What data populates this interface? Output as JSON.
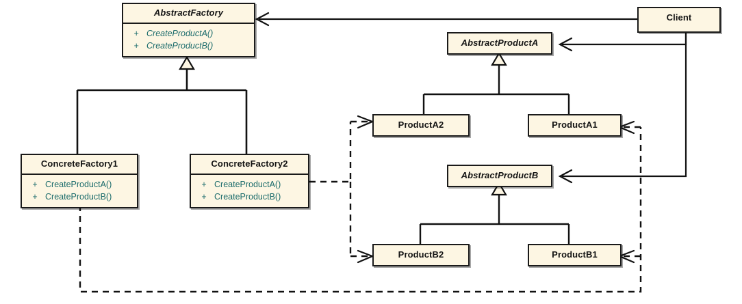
{
  "diagram": {
    "type": "uml-class-diagram",
    "pattern": "Abstract Factory",
    "visibility_symbol": "+",
    "colors": {
      "class_fill": "#fdf6e3",
      "class_border": "#1a1a1a",
      "member_text": "#1a6b6b",
      "title_text": "#141414",
      "edge": "#111111",
      "background": "#ffffff"
    }
  },
  "classes": [
    {
      "id": "abstract-factory",
      "name": "AbstractFactory",
      "abstract": true,
      "members": [
        {
          "visibility": "+",
          "name": "CreateProductA()"
        },
        {
          "visibility": "+",
          "name": "CreateProductB()"
        }
      ]
    },
    {
      "id": "concrete-factory-1",
      "name": "ConcreteFactory1",
      "abstract": false,
      "members": [
        {
          "visibility": "+",
          "name": "CreateProductA()"
        },
        {
          "visibility": "+",
          "name": "CreateProductB()"
        }
      ]
    },
    {
      "id": "concrete-factory-2",
      "name": "ConcreteFactory2",
      "abstract": false,
      "members": [
        {
          "visibility": "+",
          "name": "CreateProductA()"
        },
        {
          "visibility": "+",
          "name": "CreateProductB()"
        }
      ]
    },
    {
      "id": "client",
      "name": "Client",
      "abstract": false,
      "members": []
    },
    {
      "id": "abstract-product-a",
      "name": "AbstractProductA",
      "abstract": true,
      "members": []
    },
    {
      "id": "product-a1",
      "name": "ProductA1",
      "abstract": false,
      "members": []
    },
    {
      "id": "product-a2",
      "name": "ProductA2",
      "abstract": false,
      "members": []
    },
    {
      "id": "abstract-product-b",
      "name": "AbstractProductB",
      "abstract": true,
      "members": []
    },
    {
      "id": "product-b1",
      "name": "ProductB1",
      "abstract": false,
      "members": []
    },
    {
      "id": "product-b2",
      "name": "ProductB2",
      "abstract": false,
      "members": []
    }
  ],
  "relationships": [
    {
      "kind": "generalization",
      "from": "ConcreteFactory1",
      "to": "AbstractFactory",
      "style": "solid",
      "arrow": "hollow-triangle"
    },
    {
      "kind": "generalization",
      "from": "ConcreteFactory2",
      "to": "AbstractFactory",
      "style": "solid",
      "arrow": "hollow-triangle"
    },
    {
      "kind": "generalization",
      "from": "ProductA1",
      "to": "AbstractProductA",
      "style": "solid",
      "arrow": "hollow-triangle"
    },
    {
      "kind": "generalization",
      "from": "ProductA2",
      "to": "AbstractProductA",
      "style": "solid",
      "arrow": "hollow-triangle"
    },
    {
      "kind": "generalization",
      "from": "ProductB1",
      "to": "AbstractProductB",
      "style": "solid",
      "arrow": "hollow-triangle"
    },
    {
      "kind": "generalization",
      "from": "ProductB2",
      "to": "AbstractProductB",
      "style": "solid",
      "arrow": "hollow-triangle"
    },
    {
      "kind": "association",
      "from": "Client",
      "to": "AbstractFactory",
      "style": "solid",
      "arrow": "open"
    },
    {
      "kind": "association",
      "from": "Client",
      "to": "AbstractProductA",
      "style": "solid",
      "arrow": "open"
    },
    {
      "kind": "association",
      "from": "Client",
      "to": "AbstractProductB",
      "style": "solid",
      "arrow": "open"
    },
    {
      "kind": "dependency",
      "from": "ConcreteFactory1",
      "to": "ProductA1",
      "style": "dashed",
      "arrow": "open"
    },
    {
      "kind": "dependency",
      "from": "ConcreteFactory1",
      "to": "ProductB1",
      "style": "dashed",
      "arrow": "open"
    },
    {
      "kind": "dependency",
      "from": "ConcreteFactory2",
      "to": "ProductA2",
      "style": "dashed",
      "arrow": "open"
    },
    {
      "kind": "dependency",
      "from": "ConcreteFactory2",
      "to": "ProductB2",
      "style": "dashed",
      "arrow": "open"
    }
  ]
}
